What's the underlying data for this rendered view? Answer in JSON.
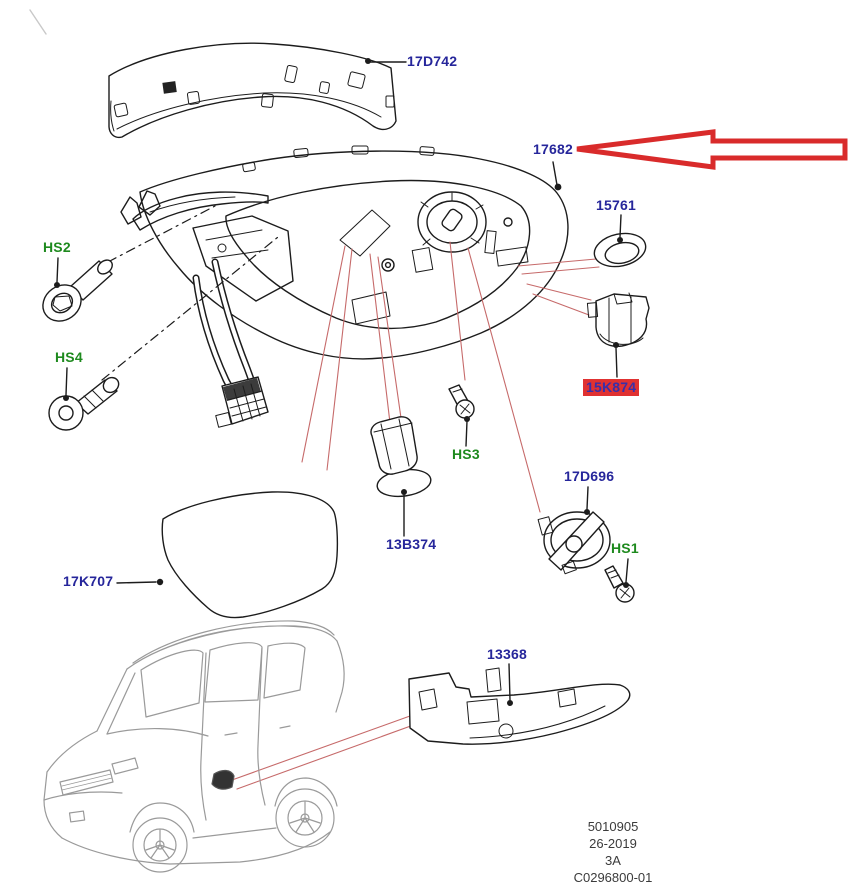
{
  "diagram": {
    "type": "exploded-parts-diagram",
    "subject": "door mirror assembly",
    "highlight_arrow_points_to": "17682",
    "highlighted_part": "15K874"
  },
  "labels": {
    "cap": "17D742",
    "housing": "17682",
    "seal": "15761",
    "hs2": "HS2",
    "hs4": "HS4",
    "clip": "15K874",
    "hs3": "HS3",
    "motor": "17D696",
    "hs1": "HS1",
    "grommet": "13B374",
    "glass": "17K707",
    "lamp": "13368"
  },
  "footer": {
    "lines": [
      "5010905",
      "26-2019",
      "3A",
      "C0296800-01"
    ]
  },
  "colors": {
    "part_number_text": "#26269b",
    "hardware_text": "#1e8a1e",
    "highlight_background": "#e03131",
    "arrow_stroke": "#d92b2b",
    "red_leader_line": "#c66a6a",
    "drawing_line": "#1c1c1c",
    "car_line": "#9a9a9a"
  }
}
